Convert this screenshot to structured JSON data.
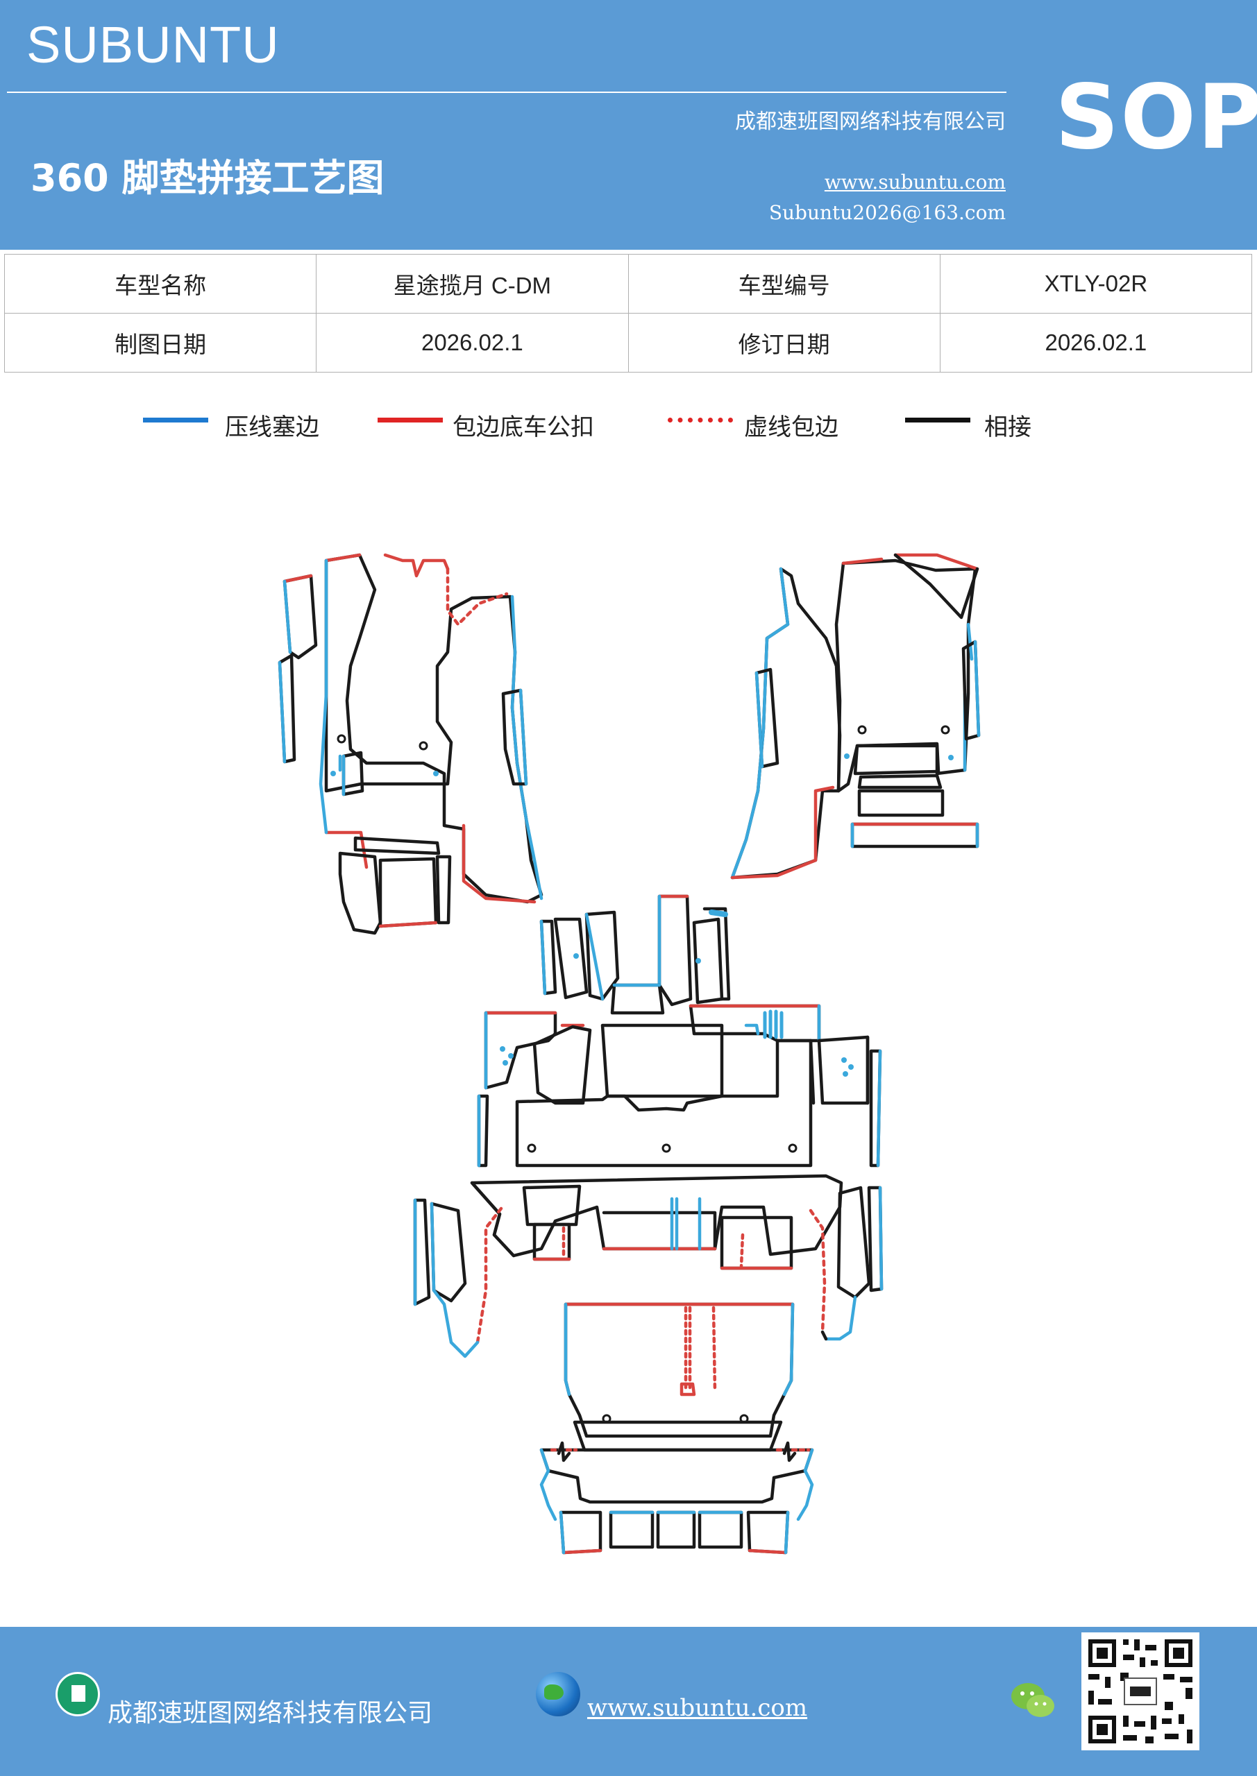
{
  "header": {
    "brand": "SUBUNTU",
    "company": "成都速班图网络科技有限公司",
    "title": "360 脚垫拼接工艺图",
    "website": "www.subuntu.com",
    "email": "Subuntu2026@163.com",
    "badge": "SOP"
  },
  "info_table": {
    "rows": [
      [
        {
          "label": "车型名称",
          "value": "星途揽月 C-DM"
        },
        {
          "label": "车型编号",
          "value": "XTLY-02R"
        }
      ],
      [
        {
          "label": "制图日期",
          "value": "2026.02.1"
        },
        {
          "label": "修订日期",
          "value": "2026.02.1"
        }
      ]
    ]
  },
  "legend": [
    {
      "label": "压线塞边",
      "color": "#1e7ad0",
      "style": "solid"
    },
    {
      "label": "包边底车公扣",
      "color": "#e02424",
      "style": "solid"
    },
    {
      "label": "虚线包边",
      "color": "#e02424",
      "style": "dotted"
    },
    {
      "label": "相接",
      "color": "#111111",
      "style": "solid"
    }
  ],
  "colors": {
    "brand_blue": "#5b9bd5",
    "edge_blue": "#3aa8dc",
    "edge_red": "#d9443f",
    "edge_black": "#1a1a1a"
  },
  "footer": {
    "company": "成都速班图网络科技有限公司",
    "website": "www.subuntu.com",
    "icons": [
      "building-icon",
      "globe-icon",
      "wechat-icon",
      "qr-code"
    ]
  }
}
